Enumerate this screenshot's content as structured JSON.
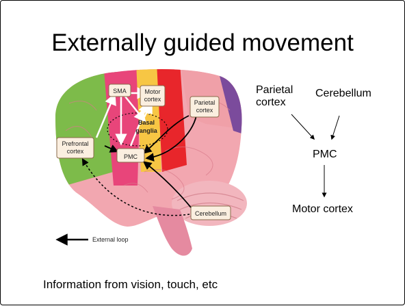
{
  "slide": {
    "title": "Externally guided movement",
    "caption": "Information from vision, touch, etc"
  },
  "figure": {
    "labels": {
      "sma": "SMA",
      "motor_cortex_line1": "Motor",
      "motor_cortex_line2": "cortex",
      "parietal_cortex_line1": "Parietal",
      "parietal_cortex_line2": "cortex",
      "basal_ganglia_line1": "Basal",
      "basal_ganglia_line2": "ganglia",
      "prefrontal_line1": "Prefrontal",
      "prefrontal_line2": "cortex",
      "pmc": "PMC",
      "cerebellum": "Cerebellum",
      "external_loop": "External loop"
    }
  },
  "flow": {
    "parietal_line1": "Parietal",
    "parietal_line2": "cortex",
    "cerebellum": "Cerebellum",
    "pmc": "PMC",
    "motor_cortex": "Motor cortex"
  },
  "colors": {
    "prefrontal": "#7dbb4a",
    "premotor": "#e8457a",
    "motor": "#f7c644",
    "somatosensory": "#e8262b",
    "parietal": "#7b4b9c",
    "temporal_occipital": "#f2a7b0",
    "cerebellum": "#f2b6be",
    "brainstem": "#e58aa0",
    "label_box": "#fbefe0"
  }
}
